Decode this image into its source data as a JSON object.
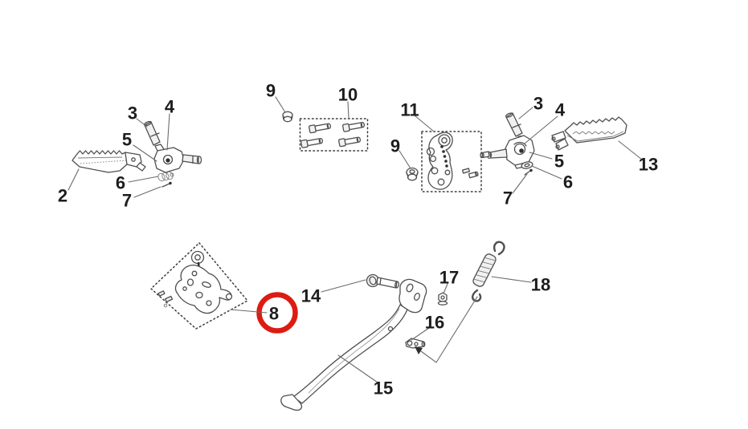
{
  "diagram": {
    "type": "exploded-parts-diagram",
    "colors": {
      "background": "#ffffff",
      "line": "#4f4f4f",
      "label": "#1d1d1d",
      "highlight": "#dc1c12"
    },
    "highlight": {
      "part_number": "8",
      "shape": "circle",
      "color": "#dc1c12"
    },
    "part_numbers_visible": [
      "2",
      "3",
      "4",
      "5",
      "6",
      "7",
      "8",
      "9",
      "10",
      "11",
      "13",
      "14",
      "15",
      "16",
      "17",
      "18"
    ],
    "callouts": {
      "c2": "2",
      "c3_left": "3",
      "c4_left": "4",
      "c5_left": "5",
      "c6_left": "6",
      "c7_left": "7",
      "c9_mid": "9",
      "c10": "10",
      "c11": "11",
      "c9_right": "9",
      "c3_right": "3",
      "c4_right": "4",
      "c5_right": "5",
      "c6_right": "6",
      "c7_right": "7",
      "c13": "13",
      "c8": "8",
      "c14": "14",
      "c15": "15",
      "c16": "16",
      "c17": "17",
      "c18": "18"
    }
  }
}
